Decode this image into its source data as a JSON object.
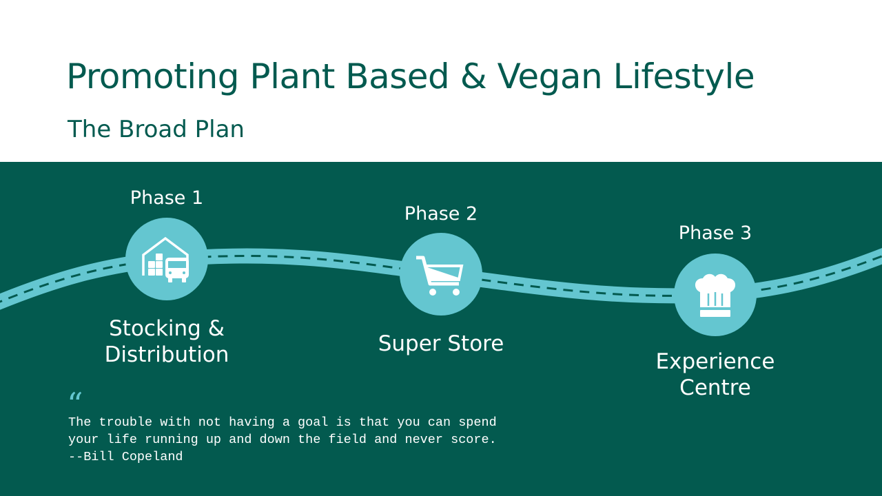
{
  "header": {
    "title": "Promoting Plant Based & Vegan Lifestyle",
    "subtitle": "The Broad Plan"
  },
  "colors": {
    "primary": "#035a4f",
    "accent": "#64c6d0",
    "text_light": "#ffffff"
  },
  "phases": [
    {
      "phase": "Phase 1",
      "label_line1": "Stocking &",
      "label_line2": "Distribution",
      "icon": "warehouse-truck-icon"
    },
    {
      "phase": "Phase 2",
      "label_line1": "Super Store",
      "label_line2": "",
      "icon": "shopping-cart-icon"
    },
    {
      "phase": "Phase 3",
      "label_line1": "Experience",
      "label_line2": "Centre",
      "icon": "chef-hat-icon"
    }
  ],
  "quote": {
    "mark": "“",
    "line1": "The trouble with not having a goal is that you can spend",
    "line2": "your life running up and down the field and never score.",
    "author": "--Bill Copeland"
  }
}
